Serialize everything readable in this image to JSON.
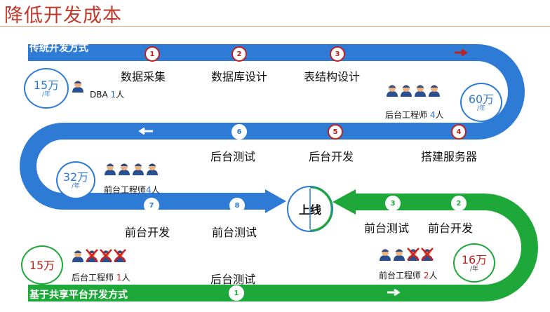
{
  "title": "降低开发成本",
  "traditional": {
    "label": "传统开发方式",
    "steps": [
      {
        "num": "1",
        "label": "数据采集"
      },
      {
        "num": "2",
        "label": "数据库设计"
      },
      {
        "num": "3",
        "label": "表结构设计"
      },
      {
        "num": "4",
        "label": "搭建服务器"
      },
      {
        "num": "5",
        "label": "后台开发"
      },
      {
        "num": "6",
        "label": "后台测试"
      },
      {
        "num": "7",
        "label": "前台开发"
      },
      {
        "num": "8",
        "label": "前台测试"
      }
    ],
    "roles": {
      "dba": {
        "name": "DBA ",
        "count": "1",
        "suffix": "人"
      },
      "backend": {
        "name": "后台工程师 ",
        "count": "4",
        "suffix": "人"
      },
      "frontend": {
        "name": "前台工程师",
        "count": "4",
        "suffix": "人"
      }
    },
    "costs": [
      {
        "amount": "15万",
        "unit": "/年"
      },
      {
        "amount": "60万",
        "unit": "/年"
      },
      {
        "amount": "32万",
        "unit": "/年"
      }
    ]
  },
  "shared": {
    "label": "基于共享平台开发方式",
    "steps": [
      {
        "num": "1",
        "label": "后台测试"
      },
      {
        "num": "2",
        "label": "前台开发"
      },
      {
        "num": "3",
        "label": "前台测试"
      }
    ],
    "roles": {
      "backend": {
        "name": "后台工程师 ",
        "count": "1",
        "suffix": "人"
      },
      "frontend": {
        "name": "前台工程师 ",
        "count": "2",
        "suffix": "人"
      }
    },
    "costs": [
      {
        "amount": "15万",
        "unit": ""
      },
      {
        "amount": "16万",
        "unit": "/年"
      }
    ]
  },
  "center": {
    "label": "上线"
  },
  "colors": {
    "blue": "#2e7bd6",
    "green": "#1fa83a",
    "red": "#c0201e",
    "title": "#c0392b"
  },
  "icons": {
    "person": "person-icon",
    "arrow": "arrow-icon"
  }
}
